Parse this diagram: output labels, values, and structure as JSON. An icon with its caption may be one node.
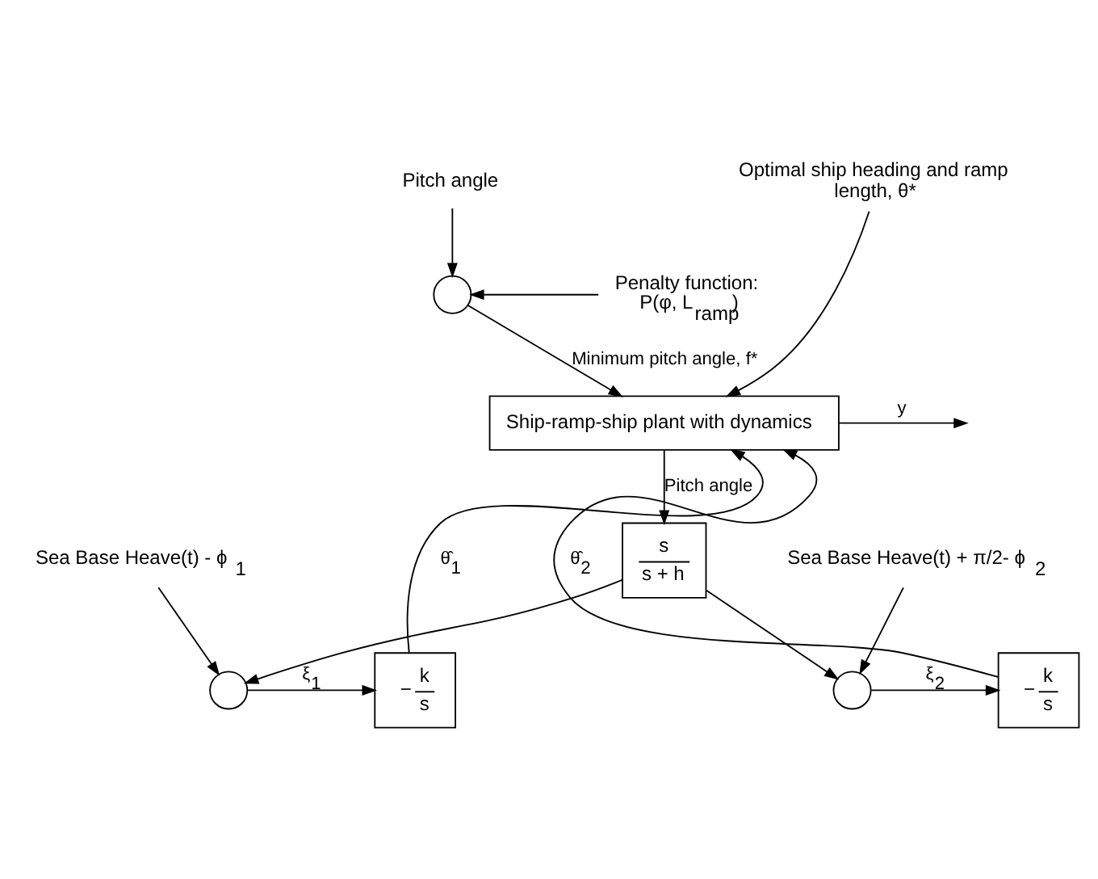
{
  "diagram": {
    "nodes": [
      {
        "text": [
          "Pitch angle"
        ]
      },
      {
        "text": [
          "Optimal ship heading and ramp length, θ*"
        ]
      },
      {
        "text": [],
        "shape": "circle"
      },
      {
        "text": [
          "Penalty function:",
          "P(φ, L$_{ramp}$)"
        ]
      },
      {
        "text": [
          "Ship-ramp-ship plant with dynamics"
        ]
      },
      {
        "text": [
          "−",
          "k",
          "s"
        ]
      },
      {
        "text": [],
        "shape": "circle"
      },
      {
        "text": [
          "Sea Base Heave(t) - ϕ$_{1}$"
        ]
      },
      {
        "text": [
          "s",
          "s + h"
        ]
      },
      {
        "text": [
          "−",
          "k",
          "s"
        ]
      },
      {
        "text": [],
        "shape": "circle"
      },
      {
        "text": [
          "Sea Base Heave(t) + π/2- ϕ$_{2}$"
        ]
      }
    ],
    "edges": [
      {
        "from": 0,
        "to": 2,
        "arrow": "to"
      },
      {
        "from": 3,
        "to": 2,
        "arrow": "to"
      },
      {
        "from": 1,
        "to": 4,
        "arrow": "to"
      },
      {
        "from": 2,
        "to": 4,
        "arrow": "to",
        "label": "Minimum pitch angle, f*"
      },
      {
        "from": 4,
        "to": null,
        "arrow": "to",
        "label": "y"
      },
      {
        "from": 4,
        "to": 8,
        "arrow": "to",
        "label": "Pitch angle"
      },
      {
        "from": 8,
        "to": 6,
        "arrow": "to"
      },
      {
        "from": 8,
        "to": 10,
        "arrow": "to"
      },
      {
        "from": 7,
        "to": 6,
        "arrow": "to"
      },
      {
        "from": 6,
        "to": 5,
        "arrow": "to",
        "label": "ξ$_{1}$"
      },
      {
        "from": 5,
        "to": 4,
        "arrow": "to",
        "label": "θ̂$_{1}$"
      },
      {
        "from": 11,
        "to": 10,
        "arrow": "to"
      },
      {
        "from": 10,
        "to": 9,
        "arrow": "to",
        "label": "ξ$_{2}$"
      },
      {
        "from": 9,
        "to": 4,
        "arrow": "to",
        "label": "θ̂$_{2}$"
      }
    ]
  }
}
